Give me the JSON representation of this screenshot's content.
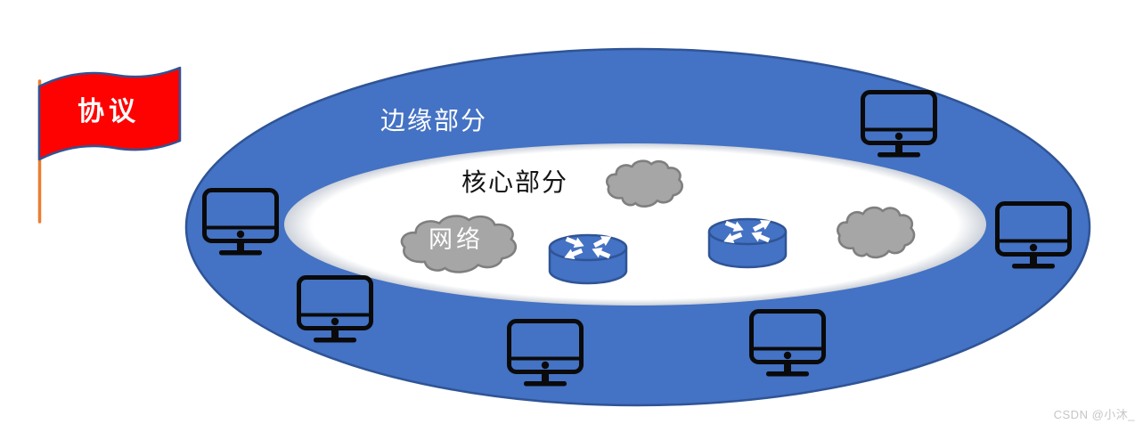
{
  "flag": {
    "label": "协议",
    "icon": "red-flag-icon"
  },
  "labels": {
    "edge_part": "边缘部分",
    "core_part": "核心部分",
    "network": "网络"
  },
  "watermark": {
    "text": "CSDN @小沐_"
  },
  "icons": {
    "computer": {
      "name": "computer-monitor-icon",
      "count": 6
    },
    "router": {
      "name": "router-icon",
      "count": 2
    },
    "cloud": {
      "name": "network-cloud-icon",
      "count": 3
    }
  },
  "colors": {
    "ring_blue": "#4472C4",
    "ring_border": "#2F5496",
    "inner_white": "#FFFFFF",
    "flag_red": "#FE0202",
    "pole_orange": "#ED7D31",
    "cloud_gray": "#A6A6A6",
    "cloud_border": "#7F7F7F",
    "icon_black": "#0A0A0A",
    "arrow_white": "#FFFFFF"
  }
}
